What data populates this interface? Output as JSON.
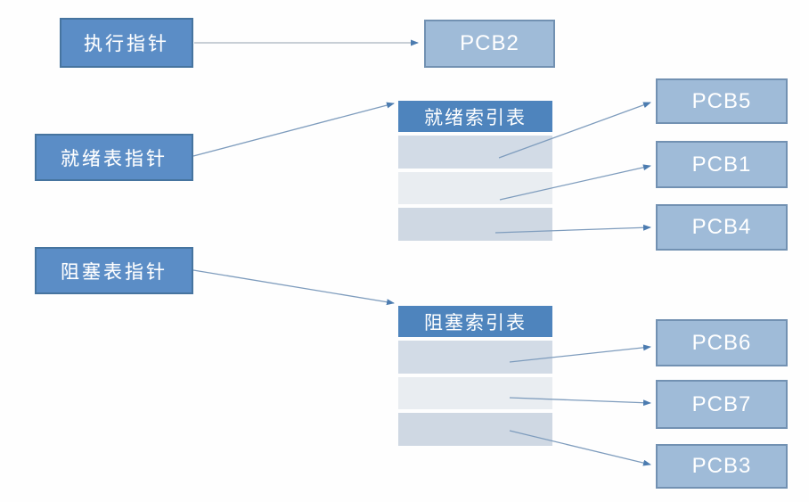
{
  "diagram": {
    "pointers": [
      {
        "id": "execute-pointer",
        "label": "执行指针"
      },
      {
        "id": "ready-list-pointer",
        "label": "就绪表指针"
      },
      {
        "id": "blocked-list-pointer",
        "label": "阻塞表指针"
      }
    ],
    "tables": [
      {
        "id": "ready-index-table",
        "title": "就绪索引表",
        "row_count": 3
      },
      {
        "id": "blocked-index-table",
        "title": "阻塞索引表",
        "row_count": 3
      }
    ],
    "pcbs": [
      {
        "id": "pcb2",
        "label": "PCB2"
      },
      {
        "id": "pcb5",
        "label": "PCB5"
      },
      {
        "id": "pcb1",
        "label": "PCB1"
      },
      {
        "id": "pcb4",
        "label": "PCB4"
      },
      {
        "id": "pcb6",
        "label": "PCB6"
      },
      {
        "id": "pcb7",
        "label": "PCB7"
      },
      {
        "id": "pcb3",
        "label": "PCB3"
      }
    ],
    "edges": [
      {
        "from": "执行指针",
        "to": "PCB2"
      },
      {
        "from": "就绪表指针",
        "to": "就绪索引表"
      },
      {
        "from": "阻塞表指针",
        "to": "阻塞索引表"
      },
      {
        "from": "就绪索引表.row1",
        "to": "PCB5"
      },
      {
        "from": "就绪索引表.row2",
        "to": "PCB1"
      },
      {
        "from": "就绪索引表.row3",
        "to": "PCB4"
      },
      {
        "from": "阻塞索引表.row1",
        "to": "PCB6"
      },
      {
        "from": "阻塞索引表.row2",
        "to": "PCB7"
      },
      {
        "from": "阻塞索引表.row3",
        "to": "PCB3"
      }
    ],
    "colors": {
      "pointer_box_fill": "#5b8dc6",
      "pointer_box_border": "#46749f",
      "pcb_box_fill": "#9fbbd8",
      "pcb_box_border": "#7291b2",
      "table_header_fill": "#4e84bd",
      "table_row_dark": "#d2dbe6",
      "table_row_light": "#e9edf1",
      "arrow_stroke": "#7e9cbd",
      "text": "#ffffff"
    }
  }
}
